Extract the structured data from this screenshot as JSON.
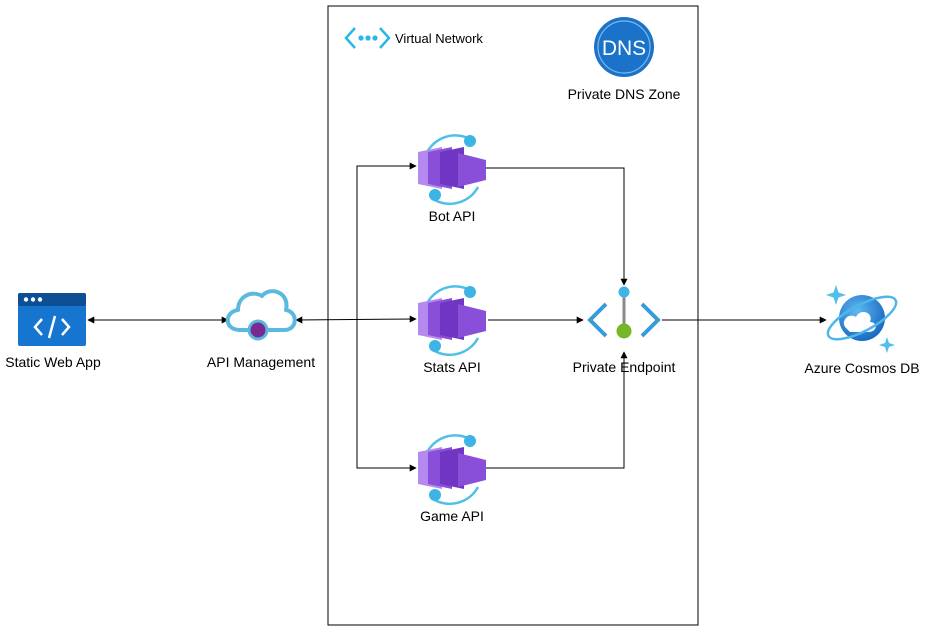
{
  "vnet": {
    "label": "Virtual Network"
  },
  "dns": {
    "icon_text": "DNS",
    "label": "Private DNS Zone"
  },
  "nodes": {
    "static_web_app": "Static Web App",
    "api_management": "API Management",
    "bot_api": "Bot API",
    "stats_api": "Stats API",
    "game_api": "Game API",
    "private_endpoint": "Private Endpoint",
    "cosmos": "Azure Cosmos DB"
  },
  "colors": {
    "azure_blue": "#0078d4",
    "light_blue": "#50c0e6",
    "purple": "#8a4fd8",
    "dark_purple": "#5c2aa8",
    "green": "#76b729",
    "gray": "#8a8a8a"
  },
  "icons": [
    "network-icon",
    "dns-icon",
    "static-web-app-icon",
    "api-management-icon",
    "container-app-icon",
    "private-endpoint-icon",
    "cosmos-db-icon"
  ]
}
